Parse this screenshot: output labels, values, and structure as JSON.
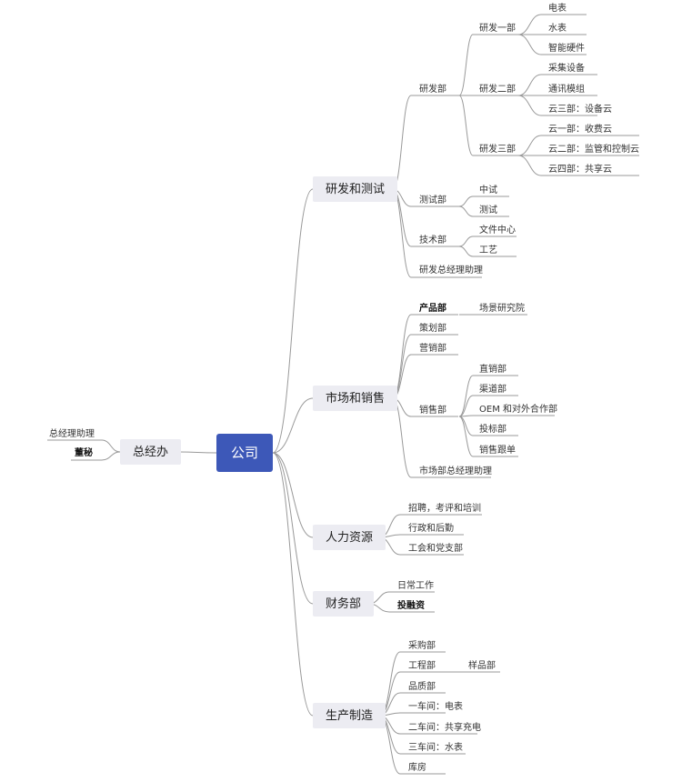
{
  "root": "公司",
  "office": {
    "label": "总经办",
    "children": [
      "总经理助理",
      "董秘"
    ]
  },
  "branches": [
    {
      "label": "研发和测试",
      "children": [
        {
          "label": "研发部",
          "children": [
            {
              "label": "研发一部",
              "children": [
                "电表",
                "水表",
                "智能硬件"
              ]
            },
            {
              "label": "研发二部",
              "children": [
                "采集设备",
                "通讯模组",
                "云三部：设备云"
              ]
            },
            {
              "label": "研发三部",
              "children": [
                "云一部：收费云",
                "云二部：监管和控制云",
                "云四部：共享云"
              ]
            }
          ]
        },
        {
          "label": "测试部",
          "children": [
            "中试",
            "测试"
          ]
        },
        {
          "label": "技术部",
          "children": [
            "文件中心",
            "工艺"
          ]
        },
        {
          "label": "研发总经理助理"
        }
      ]
    },
    {
      "label": "市场和销售",
      "children": [
        {
          "label": "产品部",
          "children": [
            "场景研究院"
          ]
        },
        {
          "label": "策划部"
        },
        {
          "label": "营销部"
        },
        {
          "label": "销售部",
          "children": [
            "直销部",
            "渠道部",
            "OEM 和对外合作部",
            "投标部",
            "销售跟单"
          ]
        },
        {
          "label": "市场部总经理助理"
        }
      ]
    },
    {
      "label": "人力资源",
      "children": [
        "招聘，考评和培训",
        "行政和后勤",
        "工会和党支部"
      ]
    },
    {
      "label": "财务部",
      "children": [
        "日常工作",
        "投融资"
      ]
    },
    {
      "label": "生产制造",
      "children": [
        {
          "label": "采购部"
        },
        {
          "label": "工程部",
          "children": [
            "样品部"
          ]
        },
        {
          "label": "品质部"
        },
        {
          "label": "一车间：电表"
        },
        {
          "label": "二车间：共享充电"
        },
        {
          "label": "三车间：水表"
        },
        {
          "label": "库房"
        }
      ]
    }
  ]
}
